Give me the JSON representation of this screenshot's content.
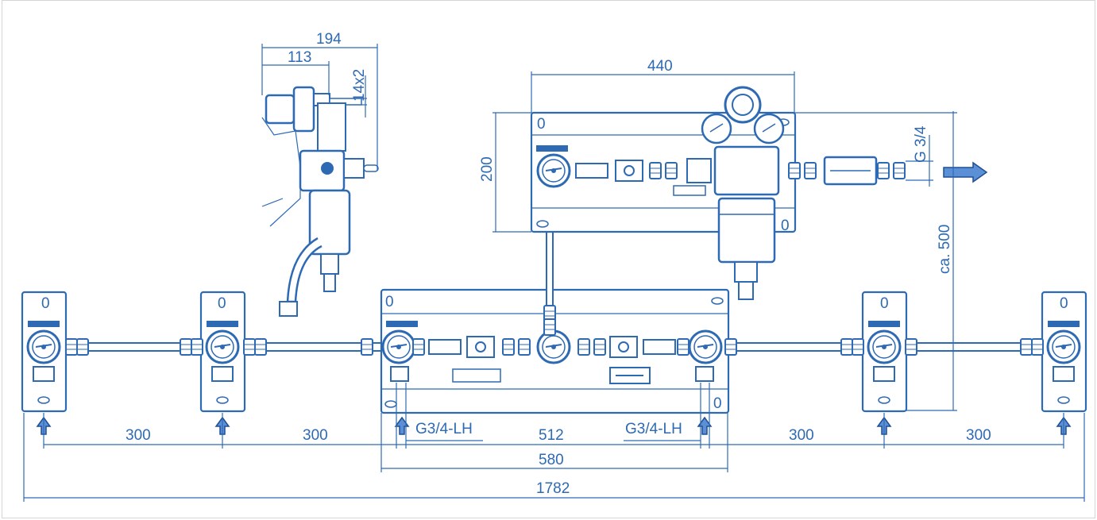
{
  "dimensions": {
    "d194": "194",
    "d113": "113",
    "d14x2": "14x2",
    "d440": "440",
    "d200": "200",
    "g34": "G 3/4",
    "ca500": "ca. 500",
    "s300a": "300",
    "s300b": "300",
    "g34lh_left": "G3/4-LH",
    "d512": "512",
    "g34lh_right": "G3/4-LH",
    "s300c": "300",
    "s300d": "300",
    "d580": "580",
    "d1782": "1782"
  },
  "panel_marks": {
    "zero": "0"
  },
  "colors": {
    "line": "#2e6ab3",
    "background": "#ffffff",
    "frame": "#d5d5d5"
  }
}
